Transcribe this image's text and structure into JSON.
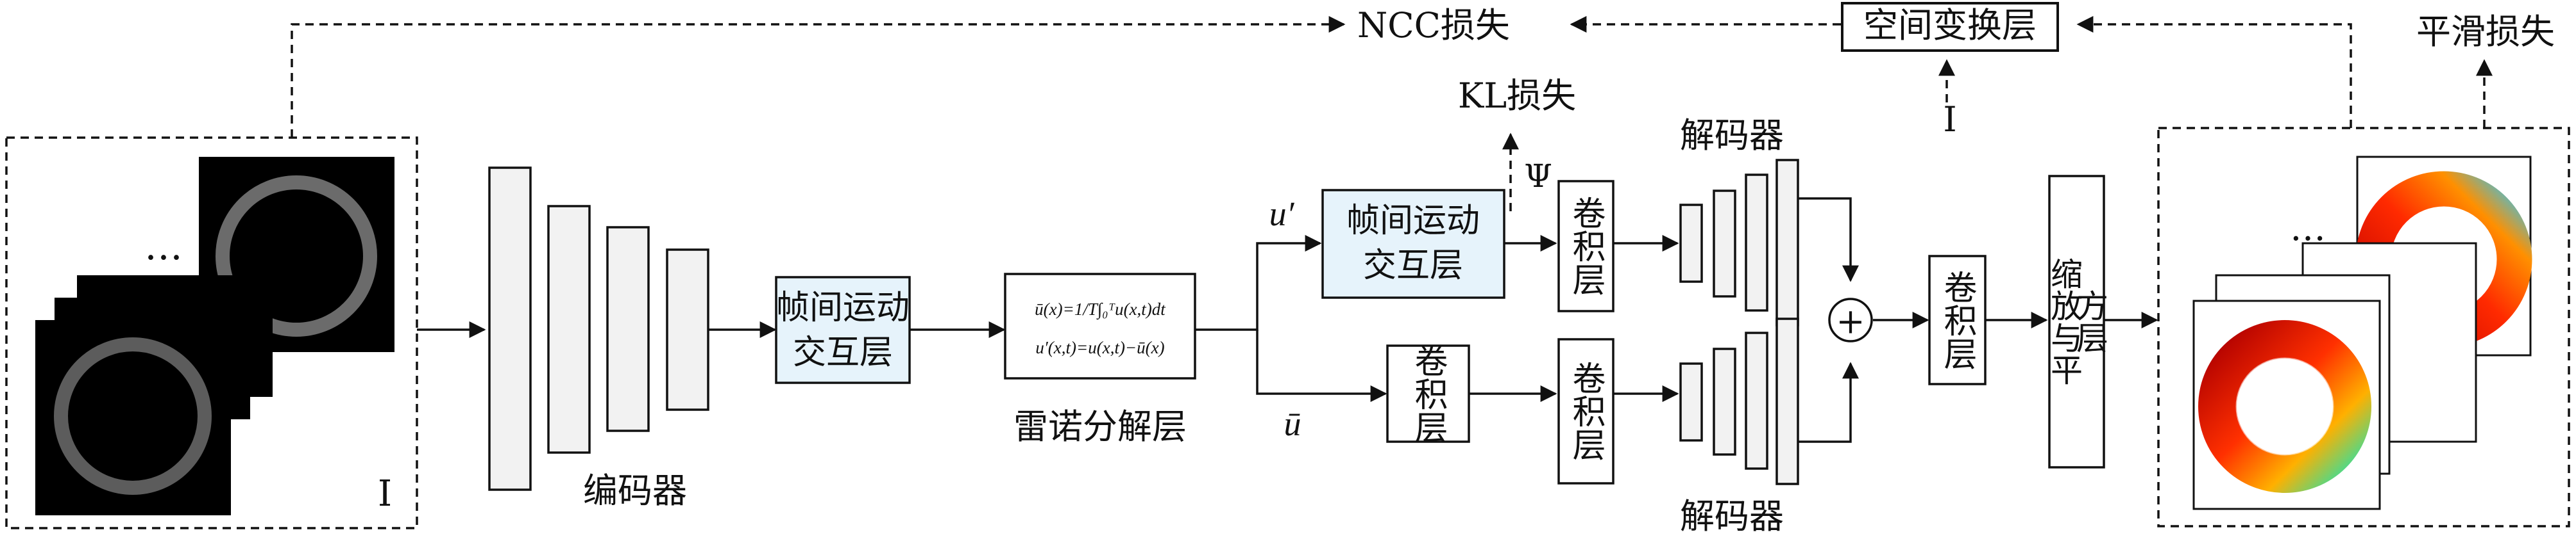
{
  "labels": {
    "ncc_loss": "NCC损失",
    "spatial_transform": "空间变换层",
    "smooth_loss": "平滑损失",
    "kl_loss": "KL损失",
    "psi": "Ψ",
    "input_I_top": "I",
    "input_I": "I",
    "encoder": "编码器",
    "interaction_1_line1": "帧间运动",
    "interaction_1_line2": "交互层",
    "interaction_2_line1": "帧间运动",
    "interaction_2_line2": "交互层",
    "reynolds_layer": "雷诺分解层",
    "formula_1": "ū(x)=1/T∫₀ᵀu(x,t)dt",
    "formula_2": "u′(x,t)=u(x,t)−ū(x)",
    "u_prime": "u′",
    "u_bar": "ū",
    "conv_1": "卷积层",
    "conv_2": "卷积层",
    "conv_3": "卷积层",
    "conv_4": "卷积层",
    "decoder_top": "解码器",
    "decoder_bottom": "解码器",
    "sum_symbol": "+",
    "scale_line1": "缩放与平",
    "scale_line2": "方层",
    "ellipsis_in": "…",
    "ellipsis_out": "…"
  },
  "colors": {
    "interaction_fill": "#e6f3fb",
    "encoder_fill": "#f2f2f2",
    "line": "#111111"
  }
}
